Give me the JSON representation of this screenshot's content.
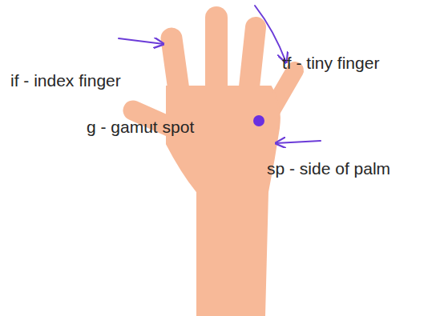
{
  "diagram": {
    "labels": [
      "if - index finger",
      "tf - tiny finger",
      "g - gamut spot",
      "sp - side of palm"
    ]
  }
}
